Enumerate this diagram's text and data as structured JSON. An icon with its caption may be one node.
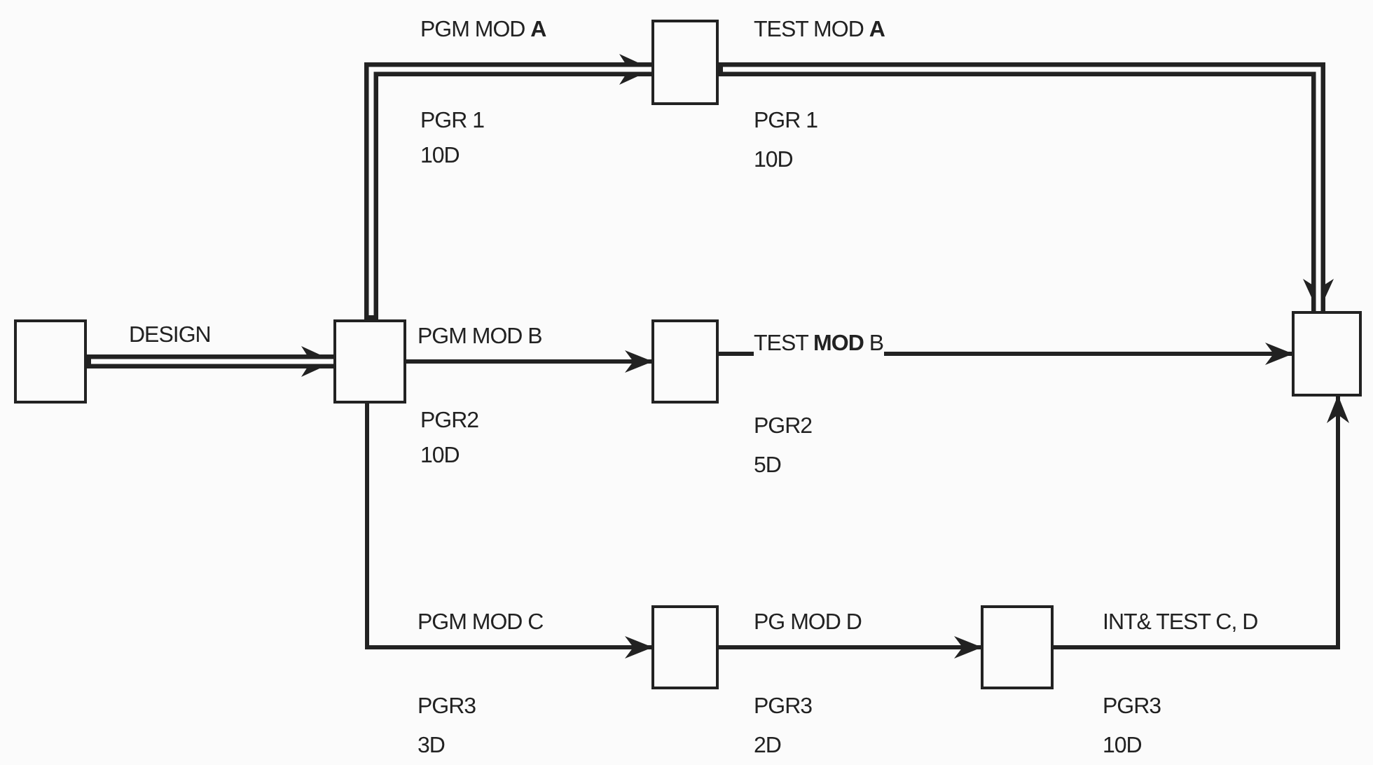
{
  "diagram": {
    "nodes": [
      {
        "text": [],
        "shape": "box"
      },
      {
        "text": [],
        "shape": "box"
      },
      {
        "text": [],
        "shape": "box"
      },
      {
        "text": [],
        "shape": "box"
      },
      {
        "text": [],
        "shape": "box"
      },
      {
        "text": [],
        "shape": "box"
      },
      {
        "text": [],
        "shape": "box"
      }
    ],
    "edges": [
      {
        "from": 0,
        "to": 1,
        "arrow": "to",
        "label": "DESIGN",
        "style": "thick"
      },
      {
        "from": 1,
        "to": 2,
        "arrow": "to",
        "label": "PGM MOD **A**",
        "style": "thick"
      },
      {
        "from": 2,
        "to": 4,
        "arrow": "to",
        "label": "TEST MOD **A**",
        "style": "thick"
      },
      {
        "from": 1,
        "to": 3,
        "arrow": "to",
        "label": "PGM MOD B"
      },
      {
        "from": 3,
        "to": 4,
        "arrow": "to",
        "label": "TEST **MOD** B"
      },
      {
        "from": 1,
        "to": 5,
        "arrow": "to",
        "label": "PGM MOD C"
      },
      {
        "from": 5,
        "to": 6,
        "arrow": "to",
        "label": "PG MOD D"
      },
      {
        "from": 6,
        "to": 4,
        "arrow": "to",
        "label": "INT& TEST C, D"
      }
    ],
    "labels": [
      "PGR 1",
      "10D",
      "PGR 1",
      "10D",
      "PGR2",
      "10D",
      "PGR2",
      "5D",
      "PGR3",
      "3D",
      "PGR3",
      "2D",
      "PGR3",
      "10D"
    ]
  }
}
